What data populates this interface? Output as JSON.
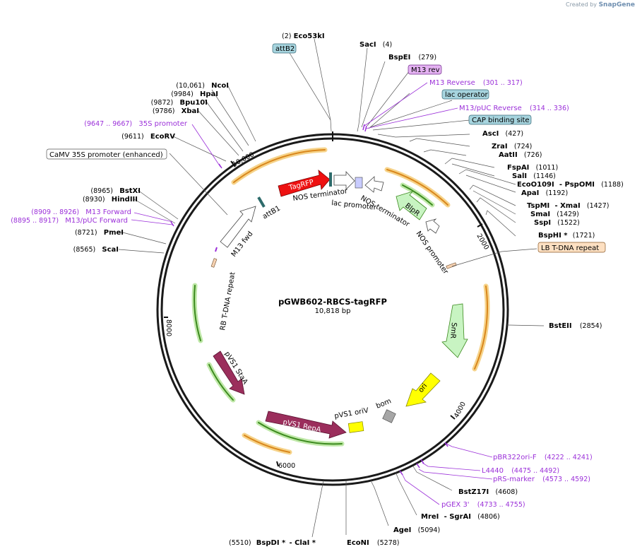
{
  "branding": {
    "prefix": "Created by",
    "name": "SnapGene"
  },
  "plasmid": {
    "name": "pGWB602-RBCS-tagRFP",
    "size": "10,818 bp"
  },
  "ticks": [
    "10,000",
    "2000",
    "4000",
    "6000",
    "8000"
  ],
  "sites": [
    {
      "pre": "(2)",
      "name": "Eco53kI",
      "post": ""
    },
    {
      "pre": "",
      "name": "SacI",
      "post": "(4)"
    },
    {
      "pre": "",
      "name": "BspEI",
      "post": "(279)"
    },
    {
      "pre": "",
      "name": "AscI",
      "post": "(427)"
    },
    {
      "pre": "",
      "name": "ZraI",
      "post": "(724)"
    },
    {
      "pre": "",
      "name": "AatII",
      "post": "(726)"
    },
    {
      "pre": "",
      "name": "FspAI",
      "post": "(1011)"
    },
    {
      "pre": "",
      "name": "SalI",
      "post": "(1146)"
    },
    {
      "pre": "",
      "name": "EcoO109I",
      "post": "- PspOMI",
      "post2": "(1188)"
    },
    {
      "pre": "",
      "name": "ApaI",
      "post": "(1192)"
    },
    {
      "pre": "",
      "name": "TspMI",
      "post": "- XmaI",
      "post2": "(1427)"
    },
    {
      "pre": "",
      "name": "SmaI",
      "post": "(1429)"
    },
    {
      "pre": "",
      "name": "SspI",
      "post": "(1522)"
    },
    {
      "pre": "",
      "name": "BspHI *",
      "post": "(1721)"
    },
    {
      "pre": "",
      "name": "BstEII",
      "post": "(2854)"
    },
    {
      "pre": "",
      "name": "BstZ17I",
      "post": "(4608)"
    },
    {
      "pre": "",
      "name": "MreI",
      "post": "- SgrAI",
      "post2": "(4806)"
    },
    {
      "pre": "",
      "name": "AgeI",
      "post": "(5094)"
    },
    {
      "pre": "(5278)",
      "name": "EcoNI",
      "post": ""
    },
    {
      "pre": "(5510)",
      "name": "BspDI *",
      "post": "- ClaI *"
    },
    {
      "pre": "(8565)",
      "name": "ScaI",
      "post": ""
    },
    {
      "pre": "(8721)",
      "name": "PmeI",
      "post": ""
    },
    {
      "pre": "(8930)",
      "name": "HindIII",
      "post": ""
    },
    {
      "pre": "(8965)",
      "name": "BstXI",
      "post": ""
    },
    {
      "pre": "(9611)",
      "name": "EcoRV",
      "post": ""
    },
    {
      "pre": "(9786)",
      "name": "XbaI",
      "post": ""
    },
    {
      "pre": "(9872)",
      "name": "Bpu10I",
      "post": ""
    },
    {
      "pre": "(9984)",
      "name": "HpaI",
      "post": ""
    },
    {
      "pre": "(10,061)",
      "name": "NcoI",
      "post": ""
    }
  ],
  "primers": [
    {
      "name": "M13 Reverse",
      "range": "(301 .. 317)"
    },
    {
      "name": "M13/pUC Reverse",
      "range": "(314 .. 336)"
    },
    {
      "name": "pBR322ori-F",
      "range": "(4222 .. 4241)"
    },
    {
      "name": "L4440",
      "range": "(4475 .. 4492)"
    },
    {
      "name": "pRS-marker",
      "range": "(4573 .. 4592)"
    },
    {
      "name": "pGEX 3'",
      "range": "(4733 .. 4755)"
    },
    {
      "name": "M13/pUC Forward",
      "range": "(8895 .. 8917)"
    },
    {
      "name": "M13 Forward",
      "range": "(8909 .. 8926)"
    },
    {
      "name": "35S promoter",
      "range": "(9647 .. 9667)"
    }
  ],
  "boxes": {
    "attB2": "attB2",
    "m13rev": "M13 rev",
    "lacop": "lac operator",
    "cap": "CAP binding site",
    "lbtdna": "LB T-DNA repeat",
    "camv": "CaMV 35S promoter (enhanced)"
  },
  "features": {
    "tagrfp": "TagRFP",
    "nos_term_1": "NOS terminator",
    "lac_promoter": "lac promoter",
    "nos_term_2": "NOS terminator",
    "blpr": "BlpR",
    "nos_promoter": "NOS promoter",
    "attb1": "attB1",
    "m13fwd": "M13 fwd",
    "rb_tdna": "RB T-DNA repeat",
    "pvs1_staa": "pVS1 StaA",
    "pvs1_repa": "pVS1 RepA",
    "pvs1_oriv": "pVS1 oriV",
    "bom": "bom",
    "smr": "SmR",
    "ori": "ori"
  }
}
